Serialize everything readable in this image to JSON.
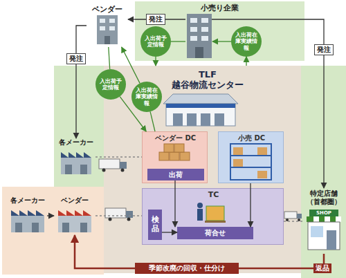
{
  "diagram": {
    "nodes": [
      {
        "text": [
          "ベンダー"
        ]
      },
      {
        "text": [
          "小売り企業"
        ]
      },
      {
        "text": [
          "入出荷予定情報"
        ],
        "in": 1
      },
      {
        "text": [
          "入出荷在庫実績情報"
        ],
        "in": 1
      },
      {
        "text": [
          "各メーカー"
        ]
      },
      {
        "text": [
          "TLF 越谷物流センター"
        ]
      },
      {
        "text": [
          "入出荷予定情報"
        ],
        "in": 5
      },
      {
        "text": [
          "入出荷在庫実績情報"
        ],
        "in": 5
      },
      {
        "text": [
          "ベンダー DC"
        ],
        "in": 5
      },
      {
        "text": [
          "出荷"
        ],
        "in": 8
      },
      {
        "text": [
          "小売 DC"
        ],
        "in": 5
      },
      {
        "text": [
          "TC"
        ],
        "in": 5
      },
      {
        "text": [
          "検品"
        ],
        "in": 11
      },
      {
        "text": [
          "荷合せ"
        ],
        "in": 11
      },
      {
        "text": [
          "各メーカー"
        ]
      },
      {
        "text": [
          "ベンダー"
        ]
      },
      {
        "text": [
          "特定店舗 （首都圏）"
        ]
      }
    ],
    "edges": [
      {
        "from": 1,
        "to": 0,
        "label": "発注",
        "arrow": "to"
      },
      {
        "from": 0,
        "to": 4,
        "label": "発注",
        "arrow": "to"
      },
      {
        "from": 1,
        "to": 16,
        "label": "発注",
        "arrow": "to"
      },
      {
        "from": 2,
        "to": 5,
        "arrow": "to"
      },
      {
        "from": 5,
        "to": 3,
        "arrow": "to"
      },
      {
        "from": 0,
        "to": 6,
        "arrow": "none"
      },
      {
        "from": 6,
        "to": 8,
        "arrow": "to"
      },
      {
        "from": 8,
        "to": 7,
        "arrow": "none"
      },
      {
        "from": 7,
        "to": 0,
        "arrow": "to"
      },
      {
        "from": 4,
        "to": 8,
        "arrow": "none"
      },
      {
        "from": 14,
        "to": 15,
        "arrow": "to"
      },
      {
        "from": 15,
        "to": 11,
        "arrow": "none"
      },
      {
        "from": 9,
        "to": 13,
        "arrow": "to"
      },
      {
        "from": 10,
        "to": 13,
        "arrow": "to"
      },
      {
        "from": 12,
        "to": 13,
        "arrow": "to"
      },
      {
        "from": 11,
        "to": 16,
        "arrow": "none"
      },
      {
        "from": 16,
        "to": 15,
        "label": "返品",
        "arrow": "to"
      }
    ],
    "labels": [
      "季節改廃の回収・仕分け",
      "SHOP"
    ]
  }
}
